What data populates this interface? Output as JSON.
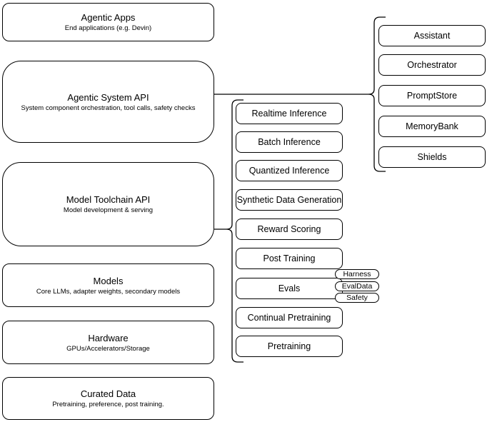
{
  "stack": [
    {
      "title": "Agentic Apps",
      "subtitle": "End applications (e.g. Devin)"
    },
    {
      "title": "Agentic System API",
      "subtitle": "System component orchestration, tool calls, safety checks"
    },
    {
      "title": "Model Toolchain API",
      "subtitle": "Model development & serving"
    },
    {
      "title": "Models",
      "subtitle": "Core LLMs, adapter weights, secondary models"
    },
    {
      "title": "Hardware",
      "subtitle": "GPUs/Accelerators/Storage"
    },
    {
      "title": "Curated Data",
      "subtitle": "Pretraining, preference, post training."
    }
  ],
  "toolchain_items": [
    "Realtime Inference",
    "Batch Inference",
    "Quantized Inference",
    "Synthetic Data Generation",
    "Reward Scoring",
    "Post Training",
    "Evals",
    "Continual Pretraining",
    "Pretraining"
  ],
  "evals_tags": [
    "Harness",
    "EvalData",
    "Safety"
  ],
  "system_items": [
    "Assistant",
    "Orchestrator",
    "PromptStore",
    "MemoryBank",
    "Shields"
  ],
  "colors": {
    "stroke": "#000000",
    "fill": "#ffffff",
    "text": "#000000",
    "background": "#ffffff"
  }
}
